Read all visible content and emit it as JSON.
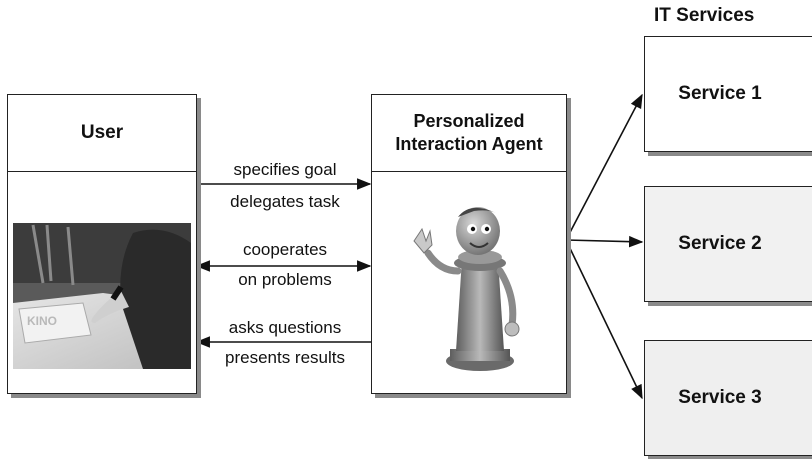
{
  "user": {
    "title": "User"
  },
  "agent": {
    "title_line1": "Personalized",
    "title_line2": "Interaction Agent"
  },
  "flows": {
    "specifies_goal": "specifies goal",
    "delegates_task": "delegates task",
    "cooperates": "cooperates",
    "on_problems": "on problems",
    "asks_questions": "asks questions",
    "presents_results": "presents results"
  },
  "it_services": {
    "title": "IT Services",
    "items": [
      "Service 1",
      "Service 2",
      "Service 3"
    ]
  }
}
